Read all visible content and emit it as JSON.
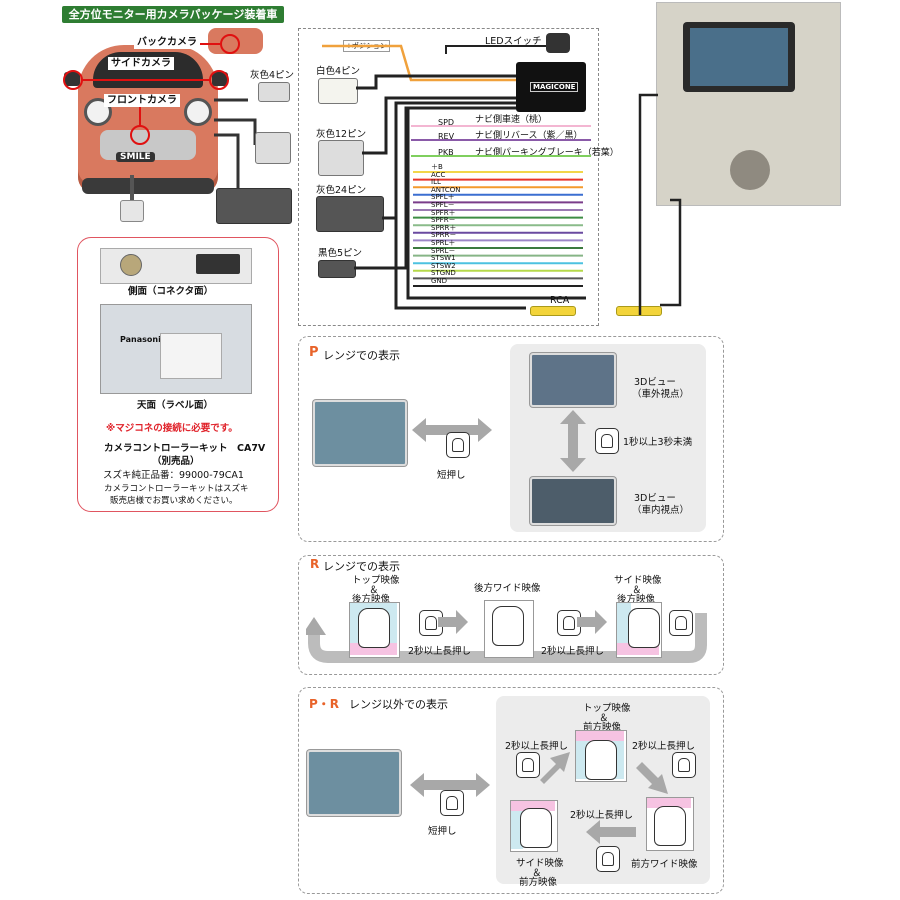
{
  "header": {
    "title": "全方位モニター用カメラパッケージ装着車"
  },
  "car": {
    "back_camera": "バックカメラ",
    "side_camera": "サイドカメラ",
    "front_camera": "フロントカメラ",
    "badge": "SMILE"
  },
  "connectors": {
    "gray4": "灰色4ピン",
    "white4": "白色4ピン",
    "gray12": "灰色12ピン",
    "gray24": "灰色24ピン",
    "black5": "黒色5ピン"
  },
  "unit": {
    "position_label": "+ポジション",
    "led_switch": "LEDスイッチ",
    "magicone": "MAGICONE",
    "rca": "RCA"
  },
  "wires_upper": [
    {
      "code": "SPD",
      "desc": "ナビ側車速（桃）",
      "color": "#f3b6d2"
    },
    {
      "code": "REV",
      "desc": "ナビ側リバース（紫／黒）",
      "color": "#8a5aa8"
    },
    {
      "code": "PKB",
      "desc": "ナビ側パーキングブレーキ（若葉）",
      "color": "#7fcf5e"
    }
  ],
  "wires_lower": [
    {
      "code": "＋B",
      "color": "#f2d64a"
    },
    {
      "code": "ACC",
      "color": "#e8342a"
    },
    {
      "code": "ILL",
      "color": "#f49a2c"
    },
    {
      "code": "ANTCON",
      "color": "#3b6fd1"
    },
    {
      "code": "SPFL＋",
      "color": "#7a3d8a"
    },
    {
      "code": "SPFL－",
      "color": "#9a7ab2"
    },
    {
      "code": "SPFR＋",
      "color": "#3e8d44"
    },
    {
      "code": "SPFR－",
      "color": "#8abb8a"
    },
    {
      "code": "SPRR＋",
      "color": "#6a4aa0"
    },
    {
      "code": "SPRR－",
      "color": "#9d86c6"
    },
    {
      "code": "SPRL＋",
      "color": "#3c7a3e"
    },
    {
      "code": "SPRL－",
      "color": "#86b586"
    },
    {
      "code": "STSW1",
      "color": "#4dc2e0"
    },
    {
      "code": "STSW2",
      "color": "#b5d94a"
    },
    {
      "code": "STGND",
      "color": "#555555"
    },
    {
      "code": "GND",
      "color": "#222222"
    }
  ],
  "kit": {
    "side_label": "側面（コネクタ面）",
    "top_label": "天面（ラベル面）",
    "brand": "Panasonic",
    "required": "※マジコネの接続に必要です。",
    "name": "カメラコントローラーキット　CA7V",
    "sold_separately": "（別売品）",
    "part_number": "スズキ純正品番：99000-79CA1",
    "note_line1": "カメラコントローラーキットはスズキ",
    "note_line2": "販売店様でお買い求めください。"
  },
  "p_range": {
    "prefix": "P",
    "title": "レンジでの表示",
    "short_press": "短押し",
    "view_outside": "3Dビュー",
    "view_outside_sub": "（車外視点）",
    "view_inside": "3Dビュー",
    "view_inside_sub": "（車内視点）",
    "hold": "1秒以上3秒未満"
  },
  "r_range": {
    "prefix": "R",
    "title": "レンジでの表示",
    "view1_line1": "トップ映像",
    "view1_line2": "＆",
    "view1_line3": "後方映像",
    "view2": "後方ワイド映像",
    "view3_line1": "サイド映像",
    "view3_line2": "＆",
    "view3_line3": "後方映像",
    "hold1": "2秒以上長押し",
    "hold2": "2秒以上長押し"
  },
  "pr_other": {
    "prefix": "P・R",
    "title": "レンジ以外での表示",
    "short_press": "短押し",
    "top_line1": "トップ映像",
    "top_line2": "＆",
    "top_line3": "前方映像",
    "front_wide": "前方ワイド映像",
    "side_line1": "サイド映像",
    "side_line2": "＆",
    "side_line3": "前方映像",
    "hold_left": "2秒以上長押し",
    "hold_right": "2秒以上長押し",
    "hold_bottom": "2秒以上長押し"
  }
}
